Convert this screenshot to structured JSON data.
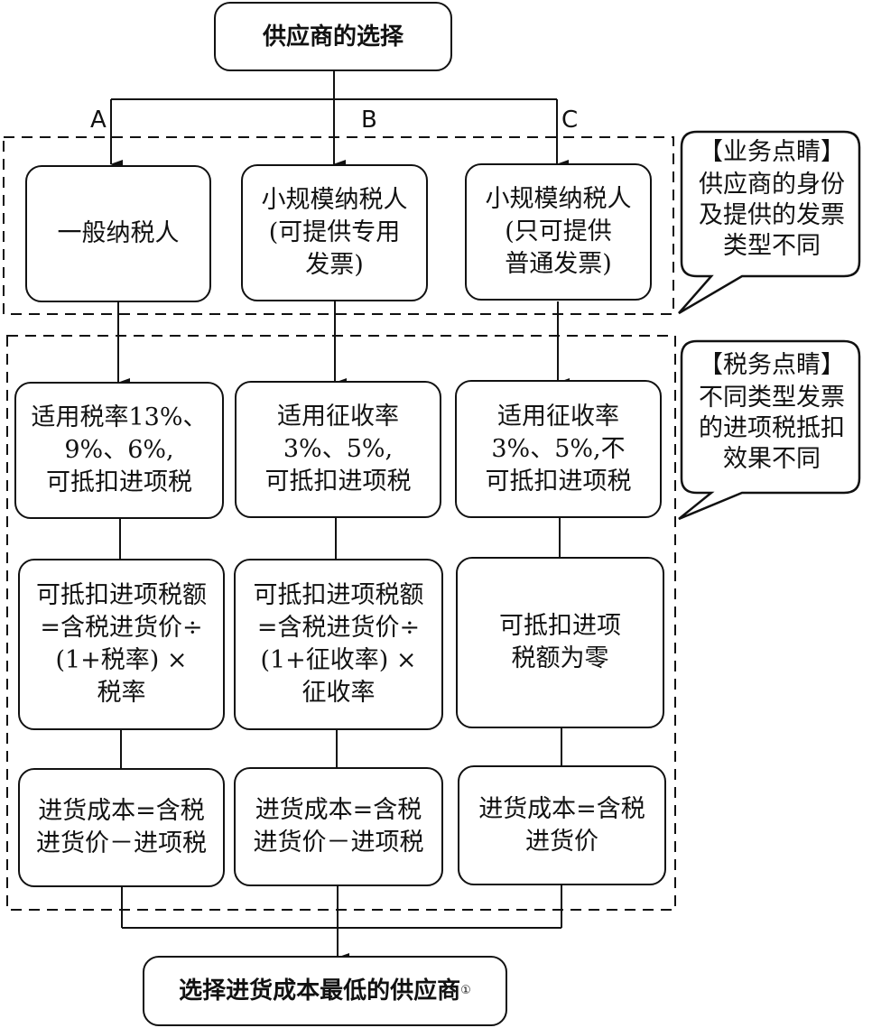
{
  "diagram": {
    "start": "供应商的选择",
    "branch_labels": [
      "A",
      "B",
      "C"
    ],
    "supplier_types": [
      "一般纳税人",
      "小规模纳税人\n(可提供专用\n发票)",
      "小规模纳税人\n(只可提供\n普通发票)"
    ],
    "rates": [
      "适用税率13%、\n9%、6%,\n可抵扣进项税",
      "适用征收率\n3%、5%,\n可抵扣进项税",
      "适用征收率\n3%、5%,不\n可抵扣进项税"
    ],
    "deductible": [
      "可抵扣进项税额\n=含税进货价÷\n(1+税率) ×\n税率",
      "可抵扣进项税额\n=含税进货价÷\n(1+征收率) ×\n征收率",
      "可抵扣进项\n税额为零"
    ],
    "cost": [
      "进货成本=含税\n进货价－进项税",
      "进货成本=含税\n进货价－进项税",
      "进货成本=含税\n进货价"
    ],
    "end": "选择进货成本最低的供应商",
    "end_footnote": "①",
    "callouts": [
      {
        "title": "【业务点睛】",
        "body": "供应商的身份\n及提供的发票\n类型不同"
      },
      {
        "title": "【税务点睛】",
        "body": "不同类型发票\n的进项税抵扣\n效果不同"
      }
    ]
  }
}
